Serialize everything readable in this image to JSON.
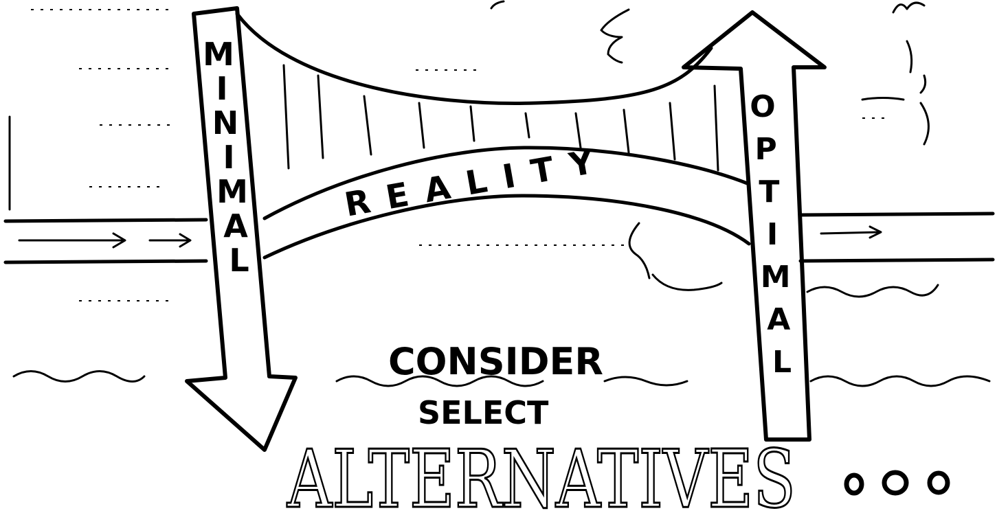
{
  "diagram": {
    "left_arrow_letters": [
      "M",
      "I",
      "N",
      "I",
      "M",
      "A",
      "L"
    ],
    "right_arrow_letters": [
      "O",
      "P",
      "T",
      "I",
      "M",
      "A",
      "L"
    ],
    "bridge_label": "REALITY",
    "line1": "CONSIDER",
    "line2": "SELECT",
    "line3": "ALTERNATIVES"
  }
}
